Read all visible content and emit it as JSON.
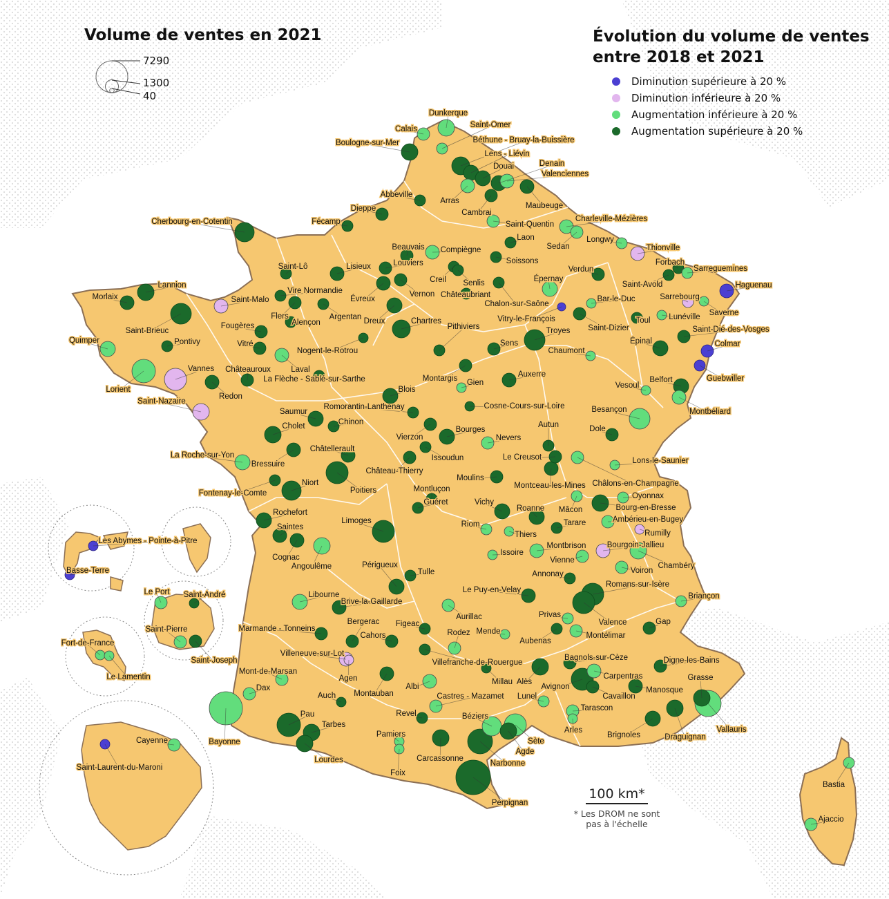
{
  "title_left": "Volume de ventes en 2021",
  "title_right_line1": "Évolution du volume de ventes",
  "title_right_line2": "entre 2018 et 2021",
  "size_legend": {
    "large": "7290",
    "medium": "1300",
    "small": "40"
  },
  "legend": [
    {
      "key": "dec_gt20",
      "label": "Diminution supérieure à 20 %",
      "color": "#4b3fd2"
    },
    {
      "key": "dec_lt20",
      "label": "Diminution inférieure à 20 %",
      "color": "#e2b6ee"
    },
    {
      "key": "inc_lt20",
      "label": "Augmentation inférieure à 20 %",
      "color": "#62dd7c"
    },
    {
      "key": "inc_gt20",
      "label": "Augmentation supérieure à 20 %",
      "color": "#1b6a2b"
    }
  ],
  "scale": {
    "distance": "100 km*",
    "note_line1": "* Les DROM ne sont",
    "note_line2": "pas à l'échelle"
  },
  "colors": {
    "land": "#f6c770",
    "border": "#ffffff",
    "coast": "#8b6f55",
    "sea_dots": "#d9d9d9"
  },
  "places": [
    "Dunkerque",
    "Calais",
    "Saint-Omer",
    "Boulogne-sur-Mer",
    "Béthune - Bruay-la-Buissière",
    "Lens - Liévin",
    "Douai",
    "Denain",
    "Valenciennes",
    "Abbeville",
    "Arras",
    "Cambrai",
    "Maubeuge",
    "Dieppe",
    "Fécamp",
    "Cherbourg-en-Cotentin",
    "Saint-Quentin",
    "Charleville-Mézières",
    "Laon",
    "Sedan",
    "Longwy",
    "Thionville",
    "Forbach",
    "Sarreguemines",
    "Haguenau",
    "Beauvais",
    "Compiègne",
    "Louviers",
    "Soissons",
    "Saint-Lô",
    "Lisieux",
    "Creil",
    "Senlis",
    "Verdun",
    "Saint-Avold",
    "Lannion",
    "Morlaix",
    "Vire Normandie",
    "Vernon",
    "Châteaubriant",
    "Épernay",
    "Sarrebourg",
    "Saint-Malo",
    "Évreux",
    "Chalon-sur-Saône",
    "Bar-le-Duc",
    "Saverne",
    "Fougères",
    "Flers",
    "Argentan",
    "Dreux",
    "Vitry-le-François",
    "Lunéville",
    "Saint-Brieuc",
    "Alençon",
    "Chartres",
    "Saint-Dizier",
    "Toul",
    "Saint-Dié-des-Vosges",
    "Quimper",
    "Pontivy",
    "Vitré",
    "Nogent-le-Rotrou",
    "Pithiviers",
    "Sens",
    "Troyes",
    "Épinal",
    "Colmar",
    "Châteauroux",
    "Laval",
    "Chaumont",
    "Lorient",
    "Vannes",
    "La Flèche - Sablé-sur-Sarthe",
    "Montargis",
    "Auxerre",
    "Guebwiller",
    "Gien",
    "Redon",
    "Blois",
    "Vesoul",
    "Belfort",
    "Saint-Nazaire",
    "Romorantin-Lanthenay",
    "Cosne-Cours-sur-Loire",
    "Besançon",
    "Saumur",
    "Montbéliard",
    "Chinon",
    "Bourges",
    "Autun",
    "Cholet",
    "Vierzon",
    "Nevers",
    "Dole",
    "Châtellerault",
    "Le Creusot",
    "Issoudun",
    "La Roche-sur-Yon",
    "Bressuire",
    "Lons-le-Saunier",
    "Château-Thierry",
    "Niort",
    "Moulins",
    "Châlons-en-Champagne",
    "Montluçon",
    "Poitiers",
    "Montceau-les-Mines",
    "Fontenay-le-Comte",
    "Oyonnax",
    "Guéret",
    "Vichy",
    "Bourg-en-Bresse",
    "Mâcon",
    "Rochefort",
    "Roanne",
    "Tarare",
    "Ambérieu-en-Bugey",
    "Limoges",
    "Riom",
    "Thiers",
    "Rumilly",
    "Saintes",
    "Montbrison",
    "Bourgoin-Jallieu",
    "Cognac",
    "Issoire",
    "Vienne",
    "Chambéry",
    "Angoulême",
    "Périgueux",
    "Voiron",
    "Annonay",
    "Tulle",
    "Romans-sur-Isère",
    "Libourne",
    "Brive-la-Gaillarde",
    "Le Puy-en-Velay",
    "Briançon",
    "Bergerac",
    "Aurillac",
    "Privas",
    "Valence",
    "Figeac",
    "Marmande - Tonneins",
    "Cahors",
    "Mende",
    "Rodez",
    "Aubenas",
    "Montélimar",
    "Gap",
    "Villeneuve-sur-Lot",
    "Villefranche-de-Rouergue",
    "Bagnols-sur-Cèze",
    "Agen",
    "Digne-les-Bains",
    "Mont-de-Marsan",
    "Carpentras",
    "Grasse",
    "Millau",
    "Alès",
    "Albi",
    "Montauban",
    "Dax",
    "Avignon",
    "Cavaillon",
    "Manosque",
    "Auch",
    "Castres - Mazamet",
    "Lunel",
    "Tarascon",
    "Revel",
    "Béziers",
    "Arles",
    "Pau",
    "Brignoles",
    "Vallauris",
    "Draguignan",
    "Bayonne",
    "Tarbes",
    "Pamiers",
    "Sète",
    "Agde",
    "Lourdes",
    "Carcassonne",
    "Narbonne",
    "Foix",
    "Perpignan",
    "Bastia",
    "Ajaccio",
    "Les Abymes - Pointe-à-Pitre",
    "Basse-Terre",
    "Le Port",
    "Saint-André",
    "Saint-Pierre",
    "Saint-Joseph",
    "Fort-de-France",
    "Le Lamentin",
    "Cayenne",
    "Saint-Laurent-du-Maroni"
  ]
}
